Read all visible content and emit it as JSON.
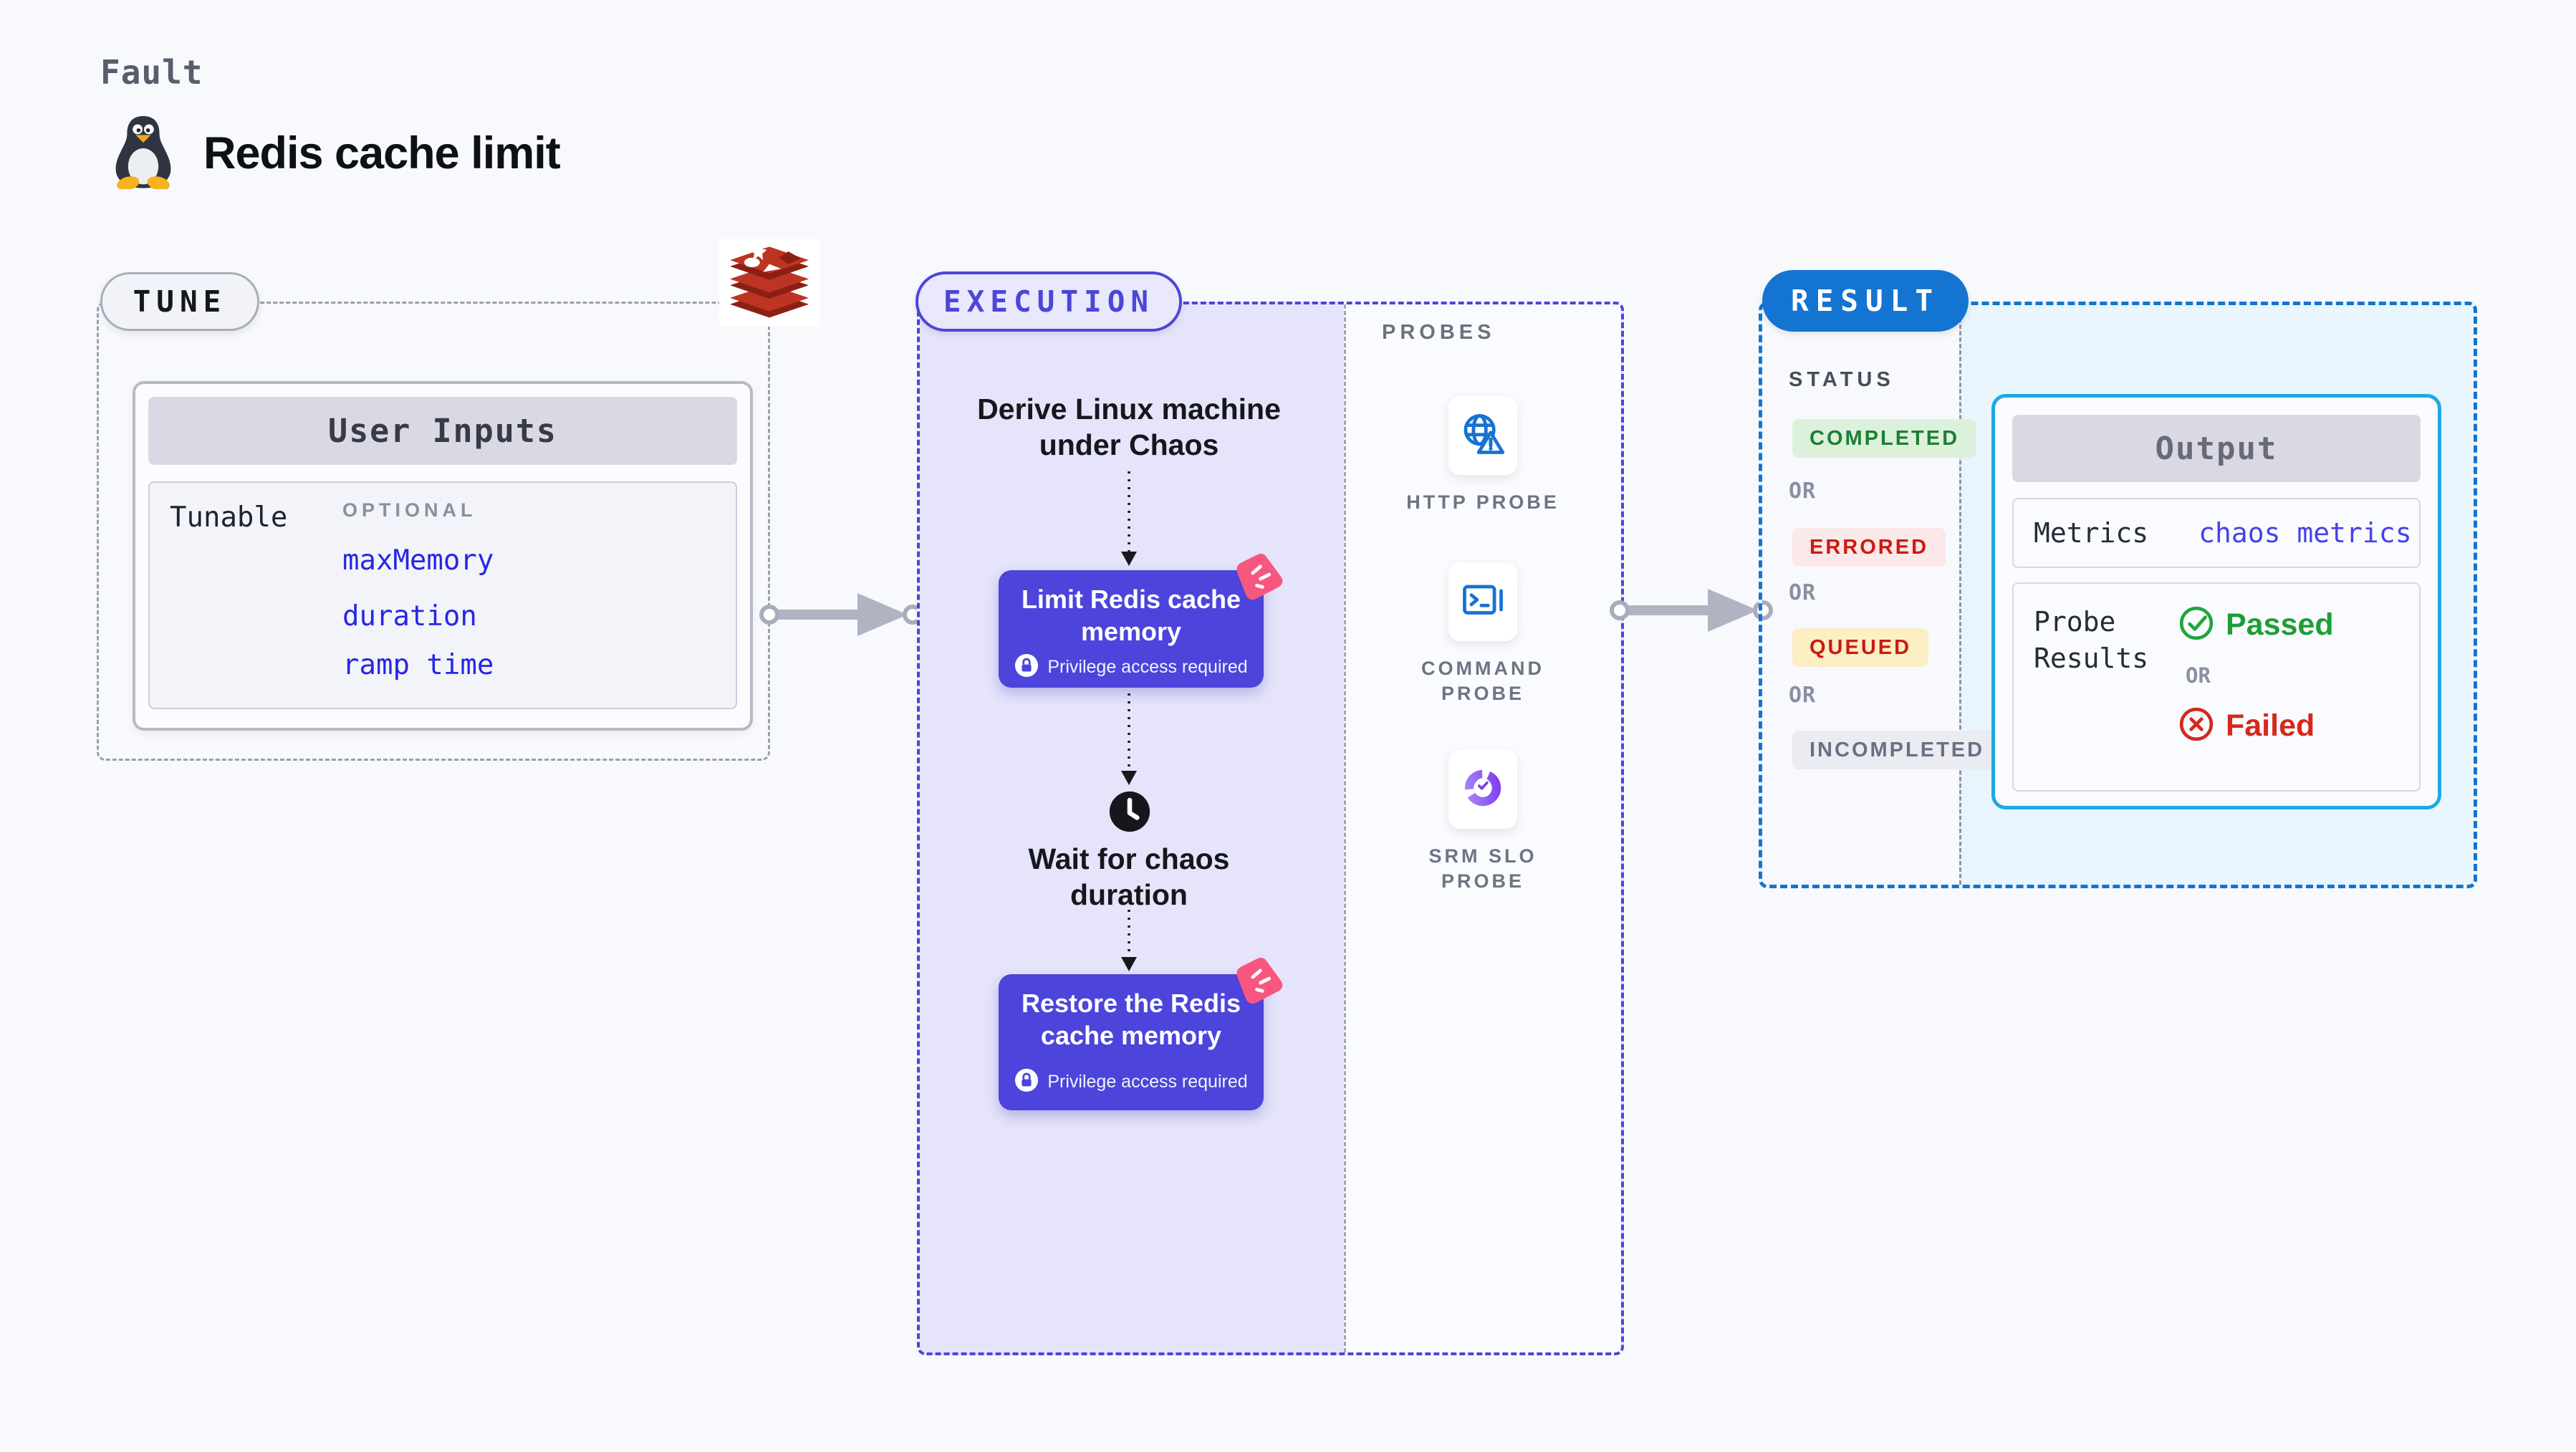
{
  "header": {
    "kicker": "Fault",
    "title": "Redis cache limit"
  },
  "tune": {
    "badge": "TUNE",
    "user_inputs": {
      "header": "User Inputs",
      "row_label": "Tunable",
      "optional_label": "OPTIONAL",
      "params": [
        "maxMemory",
        "duration",
        "ramp time"
      ]
    }
  },
  "execution": {
    "badge": "EXECUTION",
    "privilege_note": "Privilege access required",
    "steps": {
      "derive": "Derive Linux machine under Chaos",
      "limit": "Limit Redis cache memory",
      "wait": "Wait for chaos duration",
      "restore": "Restore the Redis cache memory"
    },
    "probes": {
      "label": "PROBES",
      "items": [
        {
          "name": "HTTP PROBE",
          "icon": "globe-alert-icon"
        },
        {
          "name": "COMMAND PROBE",
          "icon": "terminal-icon"
        },
        {
          "name": "SRM SLO PROBE",
          "icon": "slo-donut-icon"
        }
      ]
    }
  },
  "result": {
    "badge": "RESULT",
    "status": {
      "label": "STATUS",
      "or_label": "OR",
      "values": [
        {
          "text": "COMPLETED",
          "fg": "#1D7F33",
          "bg": "#DCF1DC"
        },
        {
          "text": "ERRORED",
          "fg": "#CC1A11",
          "bg": "#FBE8E8"
        },
        {
          "text": "QUEUED",
          "fg": "#CC1A11",
          "bg": "#FBEFC3"
        },
        {
          "text": "INCOMPLETED",
          "fg": "#6A7083",
          "bg": "#EBECF2"
        }
      ]
    },
    "output": {
      "header": "Output",
      "metrics_label": "Metrics",
      "metrics_value": "chaos metrics",
      "probe_results_label": "Probe Results",
      "passed": "Passed",
      "or_label": "OR",
      "failed": "Failed"
    }
  },
  "colors": {
    "page_bg": "#F8F9FC",
    "tune_dash": "#9AA0AD",
    "execution_accent": "#4B46D8",
    "execution_panel": "#E5E4FA",
    "chaos_button": "#4C44DB",
    "sticker_pink": "#F7577F",
    "result_accent": "#1474D2",
    "result_panel": "#E8F5FD",
    "output_border": "#1FA8E2",
    "param_blue": "#2626E8",
    "metrics_blue": "#4642E8",
    "passed_green": "#1E9E36",
    "failed_red": "#D7281D",
    "probe_icon_blue": "#1673D2",
    "srm_purple": "#7C3AED",
    "redis_red": "#BE3423"
  }
}
